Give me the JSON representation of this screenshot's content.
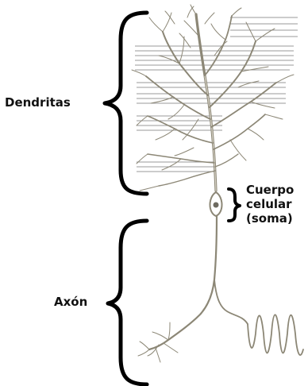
{
  "labels": {
    "dendrites": "Dendritas",
    "soma_line1": "Cuerpo",
    "soma_line2": "celular",
    "soma_line3": "(soma)",
    "axon": "Axón"
  },
  "colors": {
    "text": "#111111",
    "brace": "#000000",
    "neuron": "#8c8776",
    "lines": "#9a9a9a",
    "background": "#ffffff"
  }
}
